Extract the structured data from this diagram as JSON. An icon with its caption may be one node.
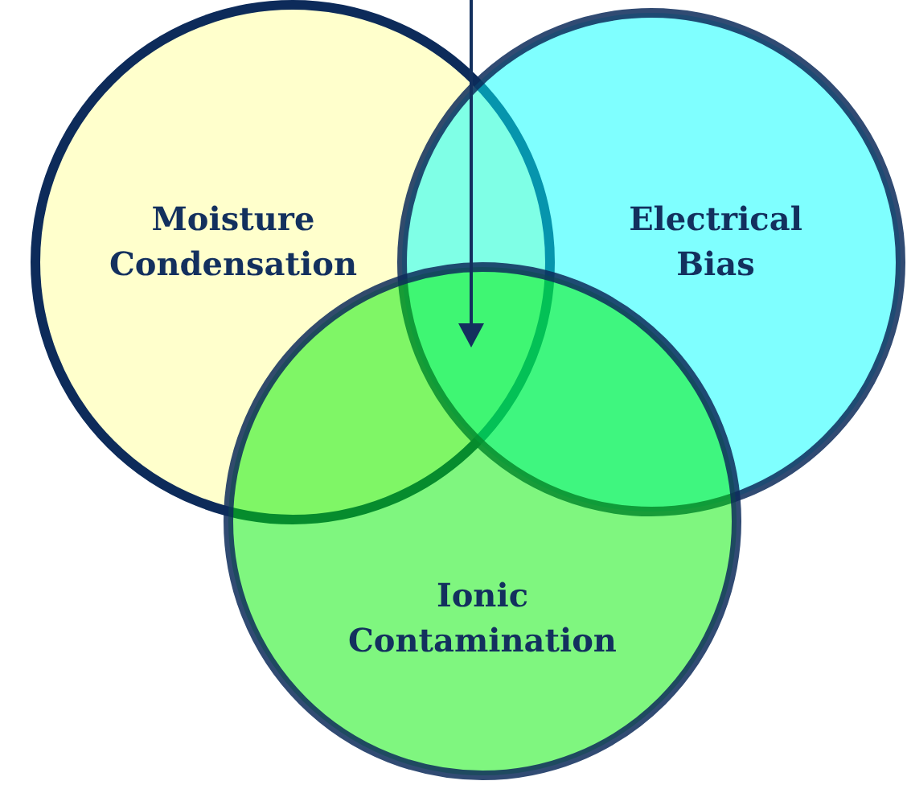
{
  "diagram": {
    "nodes": [
      {
        "text": [
          "Moisture Condensation"
        ]
      },
      {
        "text": [
          "Electrical Bias"
        ]
      },
      {
        "text": [
          "Ionic Contamination"
        ]
      }
    ]
  }
}
